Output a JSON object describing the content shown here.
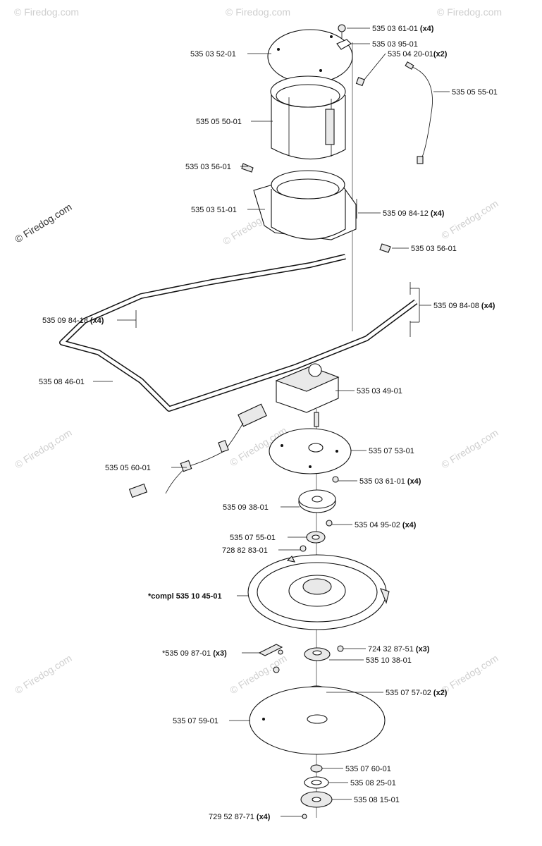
{
  "watermark": "© Firedog.com",
  "parts": [
    {
      "id": "p1",
      "number": "535 03 61-01",
      "qty": "(x4)"
    },
    {
      "id": "p2",
      "number": "535 03 95-01",
      "qty": ""
    },
    {
      "id": "p3",
      "number": "535 04 20-01",
      "qty": "(x2)"
    },
    {
      "id": "p4",
      "number": "535 03 52-01",
      "qty": ""
    },
    {
      "id": "p5",
      "number": "535 05 55-01",
      "qty": ""
    },
    {
      "id": "p6",
      "number": "535 05 50-01",
      "qty": ""
    },
    {
      "id": "p7",
      "number": "535 03 56-01",
      "qty": ""
    },
    {
      "id": "p8",
      "number": "535 03 51-01",
      "qty": ""
    },
    {
      "id": "p9",
      "number": "535 09 84-12",
      "qty": "(x4)"
    },
    {
      "id": "p10",
      "number": "535 03 56-01",
      "qty": ""
    },
    {
      "id": "p11",
      "number": "535 09 84-08",
      "qty": "(x4)"
    },
    {
      "id": "p12",
      "number": "535 09 84-18",
      "qty": "(x4)"
    },
    {
      "id": "p13",
      "number": "535 08 46-01",
      "qty": ""
    },
    {
      "id": "p14",
      "number": "535 03 49-01",
      "qty": ""
    },
    {
      "id": "p15",
      "number": "535 07 53-01",
      "qty": ""
    },
    {
      "id": "p16",
      "number": "535 05 60-01",
      "qty": ""
    },
    {
      "id": "p17",
      "number": "535 03 61-01",
      "qty": "(x4)"
    },
    {
      "id": "p18",
      "number": "535 09 38-01",
      "qty": ""
    },
    {
      "id": "p19",
      "number": "535 04 95-02",
      "qty": "(x4)"
    },
    {
      "id": "p20",
      "number": "535 07 55-01",
      "qty": ""
    },
    {
      "id": "p21",
      "number": "728 82 83-01",
      "qty": ""
    },
    {
      "id": "p22",
      "number": "*compl 535 10 45-01",
      "qty": ""
    },
    {
      "id": "p23",
      "number": "724 32 87-51",
      "qty": "(x3)"
    },
    {
      "id": "p24",
      "number": "*535 09 87-01",
      "qty": "(x3)"
    },
    {
      "id": "p25",
      "number": "535 10 38-01",
      "qty": ""
    },
    {
      "id": "p26",
      "number": "535 07 57-02",
      "qty": "(x2)"
    },
    {
      "id": "p27",
      "number": "535 07 59-01",
      "qty": ""
    },
    {
      "id": "p28",
      "number": "535 07 60-01",
      "qty": ""
    },
    {
      "id": "p29",
      "number": "535 08 25-01",
      "qty": ""
    },
    {
      "id": "p30",
      "number": "535 08 15-01",
      "qty": ""
    },
    {
      "id": "p31",
      "number": "729 52 87-71",
      "qty": "(x4)"
    }
  ]
}
